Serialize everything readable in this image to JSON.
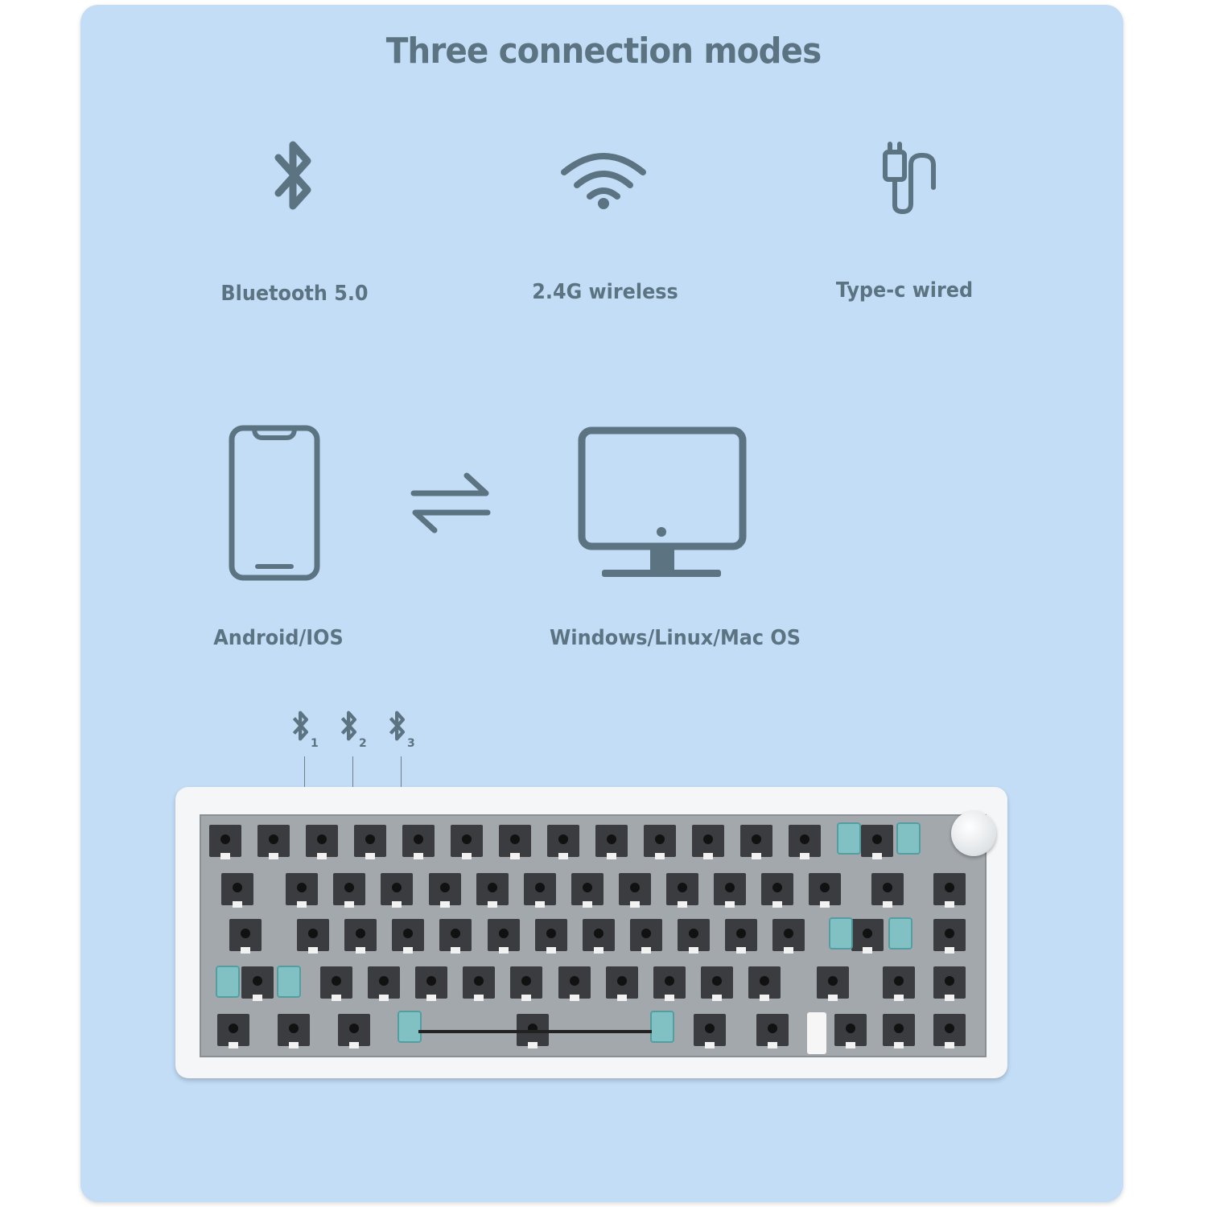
{
  "title": "Three connection modes",
  "modes": [
    {
      "label": "Bluetooth 5.0",
      "icon": "bluetooth-icon"
    },
    {
      "label": "2.4G wireless",
      "icon": "wifi-icon"
    },
    {
      "label": "Type-c wired",
      "icon": "usb-c-cable-icon"
    }
  ],
  "devices": [
    {
      "label": "Android/IOS",
      "icon": "smartphone-icon"
    },
    {
      "label": "Windows/Linux/Mac OS",
      "icon": "monitor-icon"
    }
  ],
  "bt_channels": [
    "1",
    "2",
    "3"
  ],
  "colors": {
    "background": "#c3ddf7",
    "accent": "#5c7381"
  }
}
